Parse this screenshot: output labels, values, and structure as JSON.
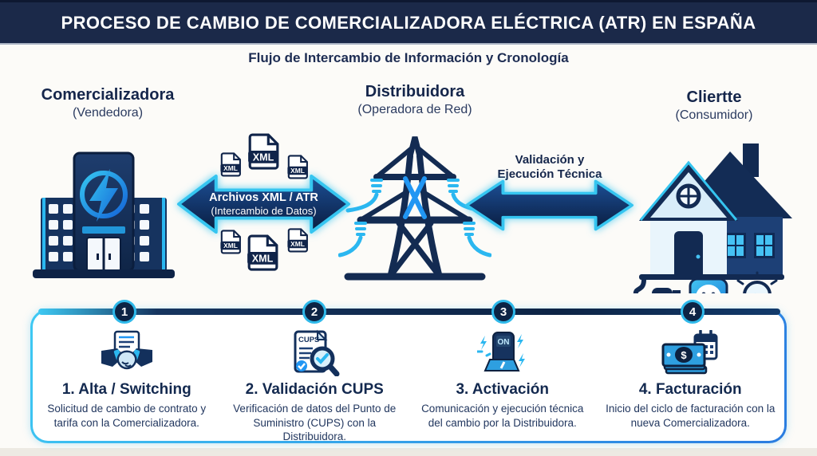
{
  "header": {
    "title": "PROCESO DE CAMBIO DE COMERCIALIZADORA ELÉCTRICA (ATR) EN ESPAÑA"
  },
  "subtitle": "Flujo de Intercambio de Información y Cronología",
  "entities": [
    {
      "name": "Comercializadora",
      "role": "(Vendedora)",
      "icon": "office-building-lightning-icon"
    },
    {
      "name": "Distribuidora",
      "role": "(Operadora de Red)",
      "icon": "transmission-tower-icon"
    },
    {
      "name": "Cliertte",
      "role": "(Consumidor)",
      "icon": "house-consumer-icon"
    }
  ],
  "flows": [
    {
      "line1": "Archivos XML / ATR",
      "line2": "(Intercambio de Datos)",
      "between": "comercializadora-distribuidora",
      "direction": "bidirectional"
    },
    {
      "line1": "Validación y",
      "line2": "Ejecución Técnica",
      "between": "distribuidora-cliente",
      "direction": "bidirectional"
    }
  ],
  "labels": {
    "xml": "XML",
    "cups": "CUPS",
    "on": "ON",
    "dollar": "$"
  },
  "timeline": {
    "steps": [
      {
        "number": "1",
        "title": "1. Alta / Switching",
        "description": "Solicitud de cambio de contrato y tarifa con la Comercializadora.",
        "icon": "handshake-contract-icon"
      },
      {
        "number": "2",
        "title": "2. Validación CUPS",
        "description": "Verificación de datos del Punto de Suministro (CUPS) con la Distribuidora.",
        "icon": "cups-document-magnifier-icon"
      },
      {
        "number": "3",
        "title": "3. Activación",
        "description": "Comunicación y ejecución técnica del cambio por la Distribuidora.",
        "icon": "power-switch-on-icon"
      },
      {
        "number": "4",
        "title": "4. Facturación",
        "description": "Inicio del ciclo de facturación con la nueva Comercializadora.",
        "icon": "billing-money-calendar-icon"
      }
    ]
  },
  "colors": {
    "header_bg": "#1b2949",
    "navy": "#13294f",
    "cyan": "#2fbcf0",
    "blue": "#2196e0",
    "arrow_fill_dark": "#0a1d40",
    "arrow_fill_light": "#1c4f96",
    "background": "#fcfbf8"
  }
}
